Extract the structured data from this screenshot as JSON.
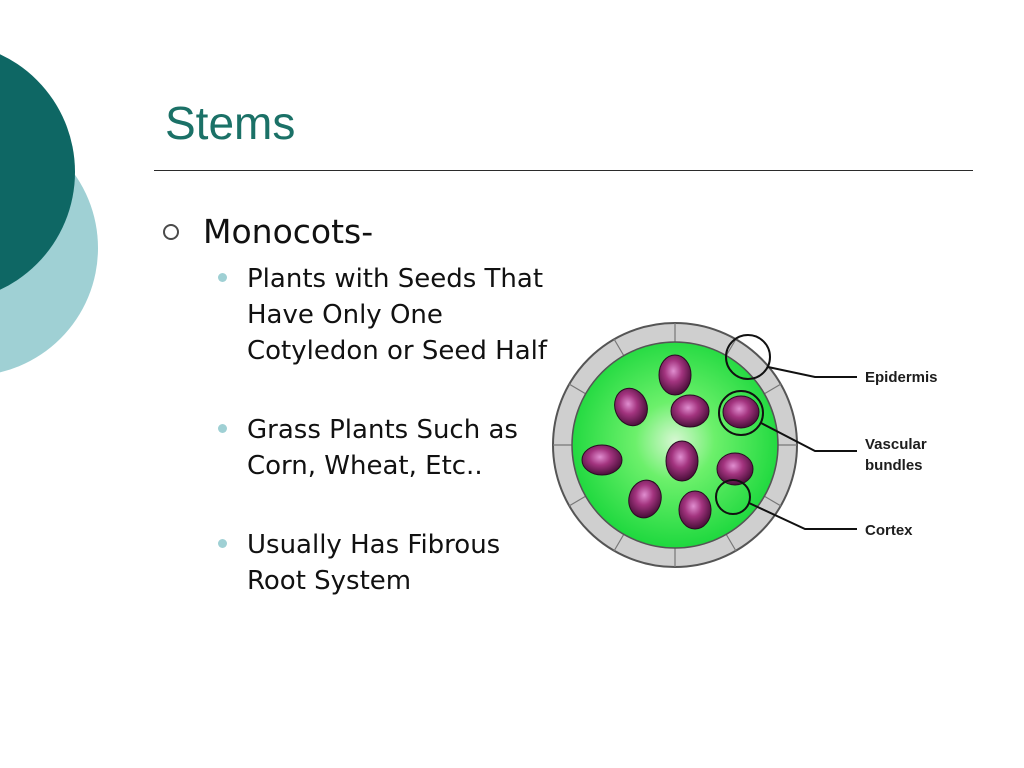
{
  "slide": {
    "title": "Stems",
    "level1": "Monocots-",
    "bullets": [
      "Plants with Seeds That Have Only One Cotyledon or Seed Half",
      "Grass Plants Such as Corn, Wheat, Etc..",
      "Usually Has Fibrous Root System"
    ]
  },
  "diagram": {
    "labels": {
      "epidermis": "Epidermis",
      "vascular_line1": "Vascular",
      "vascular_line2": "bundles",
      "cortex": "Cortex"
    }
  },
  "colors": {
    "title": "#1b7167",
    "circle_dark": "#0e6764",
    "circle_light": "#9fd0d4",
    "cortex_green": "#2ee64a",
    "bundle_purple": "#8c2a6e",
    "epidermis_gray": "#c9c9c9"
  }
}
